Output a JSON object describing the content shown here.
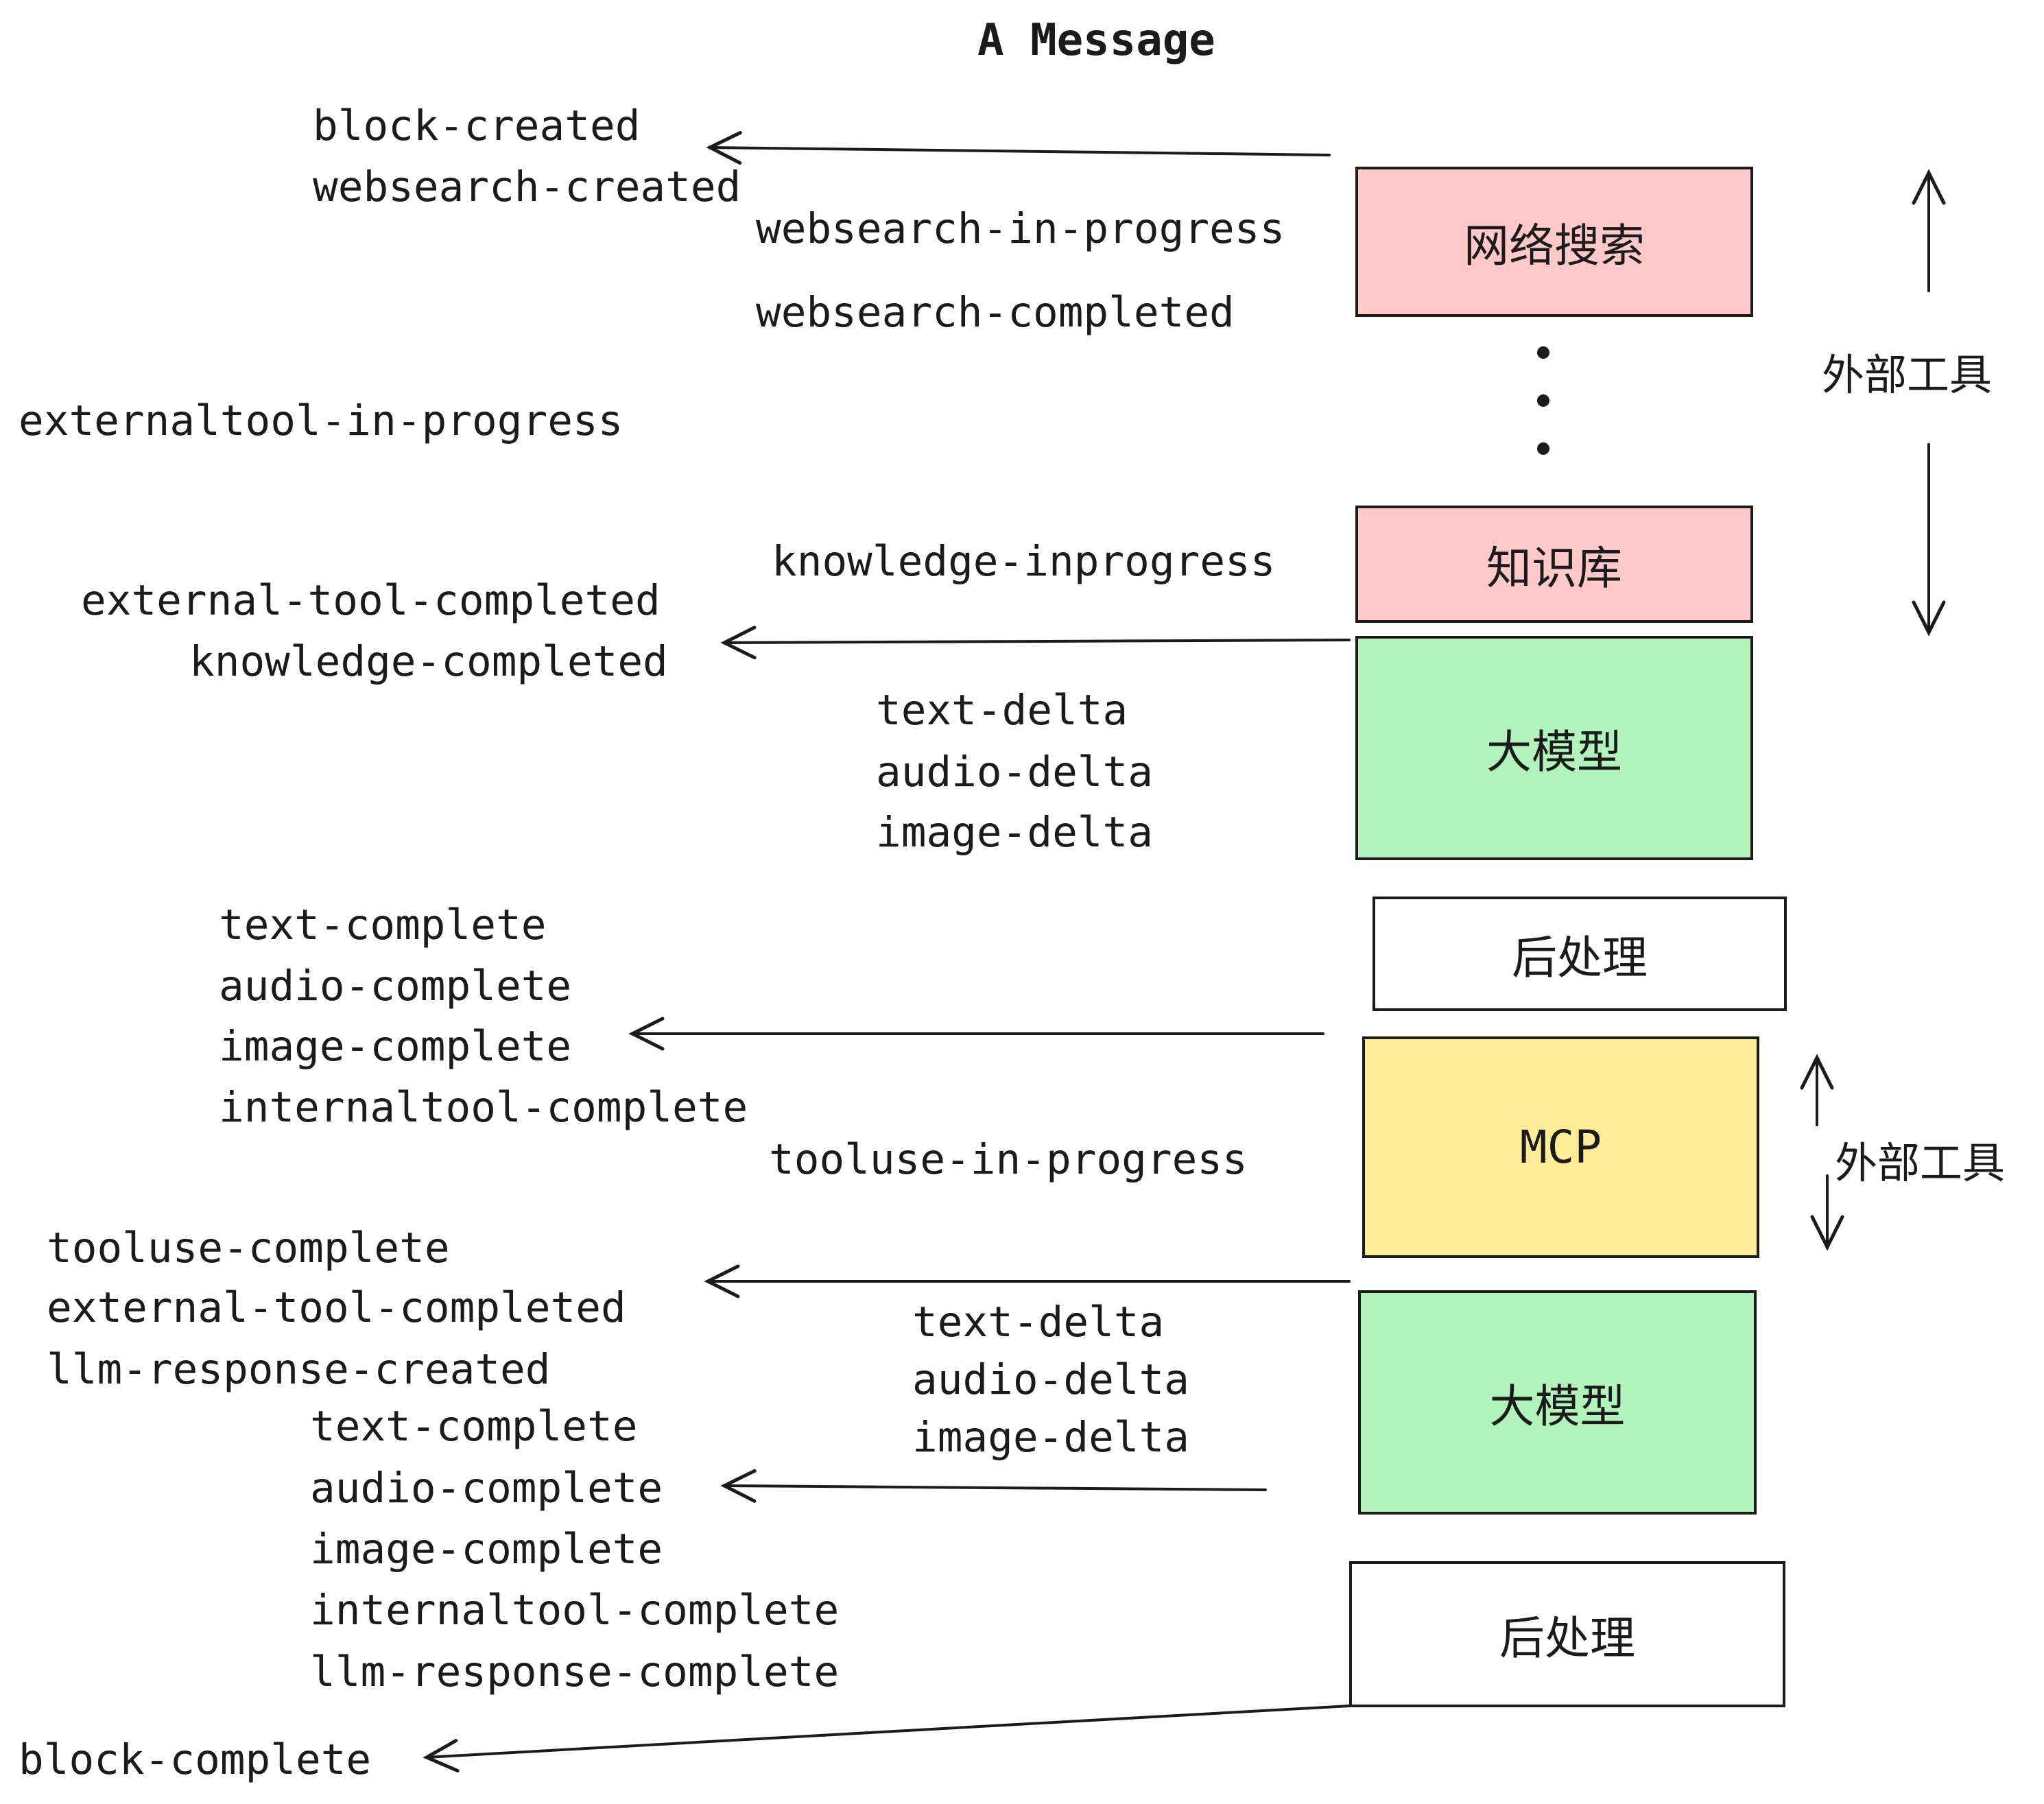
{
  "title": "A Message",
  "events": {
    "block_created": "block-created",
    "websearch_created": "websearch-created",
    "websearch_in_progress": "websearch-in-progress",
    "websearch_completed": "websearch-completed",
    "externaltool_in_progress": "externaltool-in-progress",
    "knowledge_inprogress": "knowledge-inprogress",
    "external_tool_completed_1": "external-tool-completed",
    "knowledge_completed": "knowledge-completed",
    "text_delta_1": "text-delta",
    "audio_delta_1": "audio-delta",
    "image_delta_1": "image-delta",
    "text_complete_1": "text-complete",
    "audio_complete_1": "audio-complete",
    "image_complete_1": "image-complete",
    "internaltool_complete_1": "internaltool-complete",
    "tooluse_in_progress": "tooluse-in-progress",
    "tooluse_complete": "tooluse-complete",
    "external_tool_completed_2": "external-tool-completed",
    "llm_response_created": "llm-response-created",
    "text_delta_2": "text-delta",
    "audio_delta_2": "audio-delta",
    "image_delta_2": "image-delta",
    "text_complete_2": "text-complete",
    "audio_complete_2": "audio-complete",
    "image_complete_2": "image-complete",
    "internaltool_complete_2": "internaltool-complete",
    "llm_response_complete": "llm-response-complete",
    "block_complete": "block-complete"
  },
  "boxes": [
    {
      "name": "websearch",
      "label": "网络搜索",
      "fill": "#ffc9c9"
    },
    {
      "name": "knowledge",
      "label": "知识库",
      "fill": "#ffc9c9"
    },
    {
      "name": "llm-1",
      "label": "大模型",
      "fill": "#b2f2bb"
    },
    {
      "name": "postprocess-1",
      "label": "后处理",
      "fill": "#ffffff"
    },
    {
      "name": "mcp",
      "label": "MCP",
      "fill": "#ffec99"
    },
    {
      "name": "llm-2",
      "label": "大模型",
      "fill": "#b2f2bb"
    },
    {
      "name": "postprocess-2",
      "label": "后处理",
      "fill": "#ffffff"
    }
  ],
  "side_labels": [
    "外部工具",
    "外部工具"
  ],
  "colors": {
    "node_pink": "#ffc9c9",
    "node_green": "#b2f2bb",
    "node_yellow": "#ffec99",
    "node_white": "#ffffff",
    "stroke": "#1b1b1b"
  }
}
